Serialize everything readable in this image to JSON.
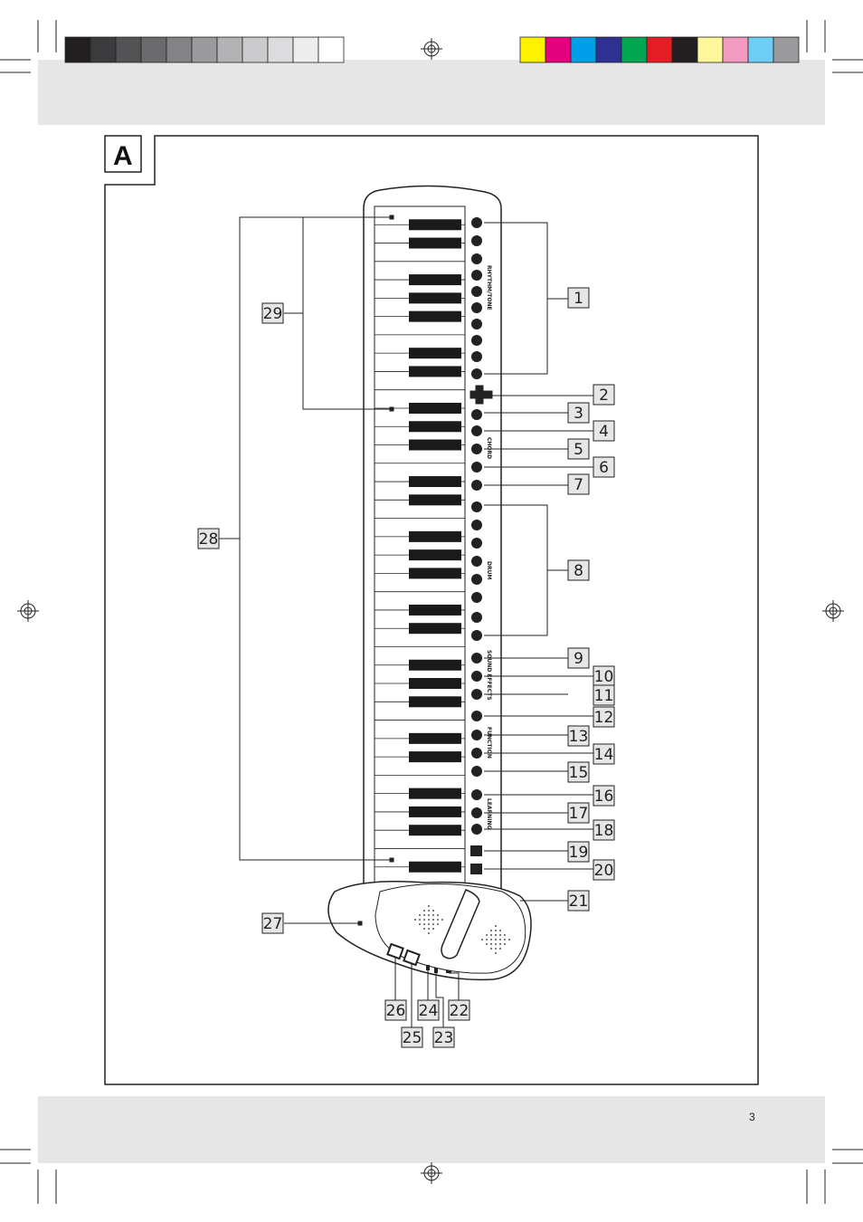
{
  "figure_letter": "A",
  "page_number": "3",
  "grayscale_bar": [
    "#231f20",
    "#3b3a3c",
    "#535254",
    "#6b6a6c",
    "#838285",
    "#9b9a9d",
    "#b3b2b5",
    "#cbcacd",
    "#dcdcde",
    "#ededee",
    "#ffffff"
  ],
  "color_bar": [
    "#fff100",
    "#e4007f",
    "#00a0e9",
    "#2e3192",
    "#00a650",
    "#e61c24",
    "#231f20",
    "#fff799",
    "#f49ac1",
    "#6dcff6",
    "#9b9a9d"
  ],
  "button_groups": {
    "rhythm_tone": "RHYTHM/TONE",
    "chord": "CHORD",
    "drum": "DRUM",
    "sound_effects": "SOUND EFFECTS",
    "function": "FUNCTION",
    "learning": "LEARNING"
  },
  "callouts": [
    "1",
    "2",
    "3",
    "4",
    "5",
    "6",
    "7",
    "8",
    "9",
    "10",
    "11",
    "12",
    "13",
    "14",
    "15",
    "16",
    "17",
    "18",
    "19",
    "20",
    "21",
    "22",
    "23",
    "24",
    "25",
    "26",
    "27",
    "28",
    "29"
  ]
}
